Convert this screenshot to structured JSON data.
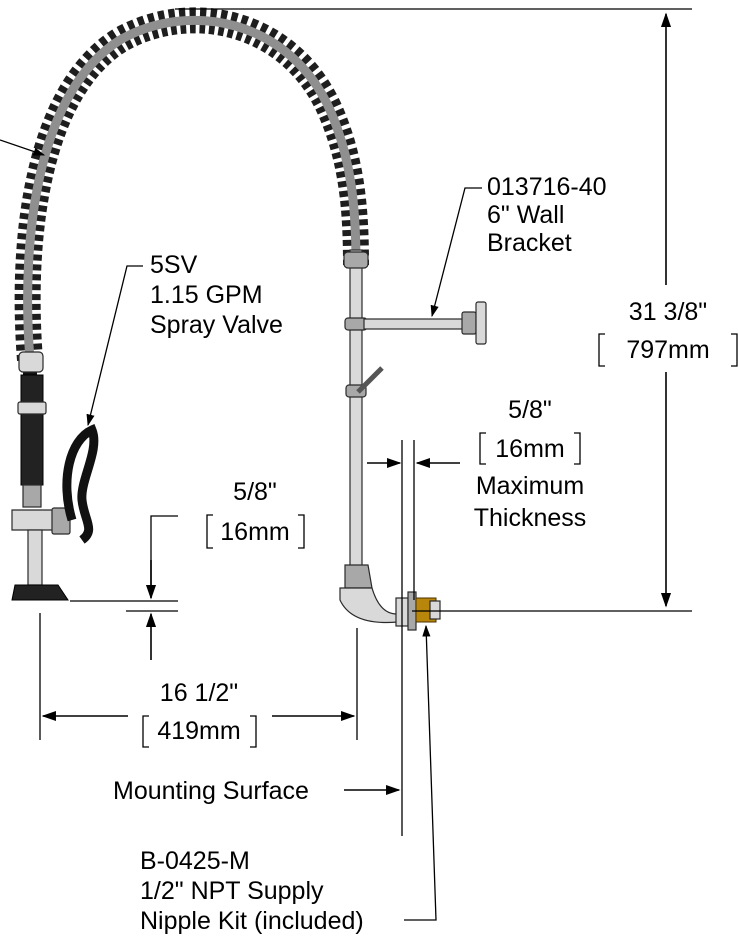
{
  "labels": {
    "spray_valve": [
      "5SV",
      "1.15 GPM",
      "Spray Valve"
    ],
    "wall_bracket": [
      "013716-40",
      "6\" Wall",
      "Bracket"
    ],
    "mounting_surface": "Mounting Surface",
    "nipple_kit": [
      "B-0425-M",
      "1/2\" NPT Supply",
      "Nipple Kit (included)"
    ]
  },
  "dimensions": {
    "height": {
      "imperial": "31 3/8\"",
      "metric": "797mm"
    },
    "spray_drop": {
      "imperial": "5/8\"",
      "metric": "16mm"
    },
    "wall_thickness": {
      "imperial": "5/8\"",
      "metric": "16mm",
      "caption": [
        "Maximum",
        "Thickness"
      ]
    },
    "reach": {
      "imperial": "16 1/2\"",
      "metric": "419mm"
    }
  }
}
